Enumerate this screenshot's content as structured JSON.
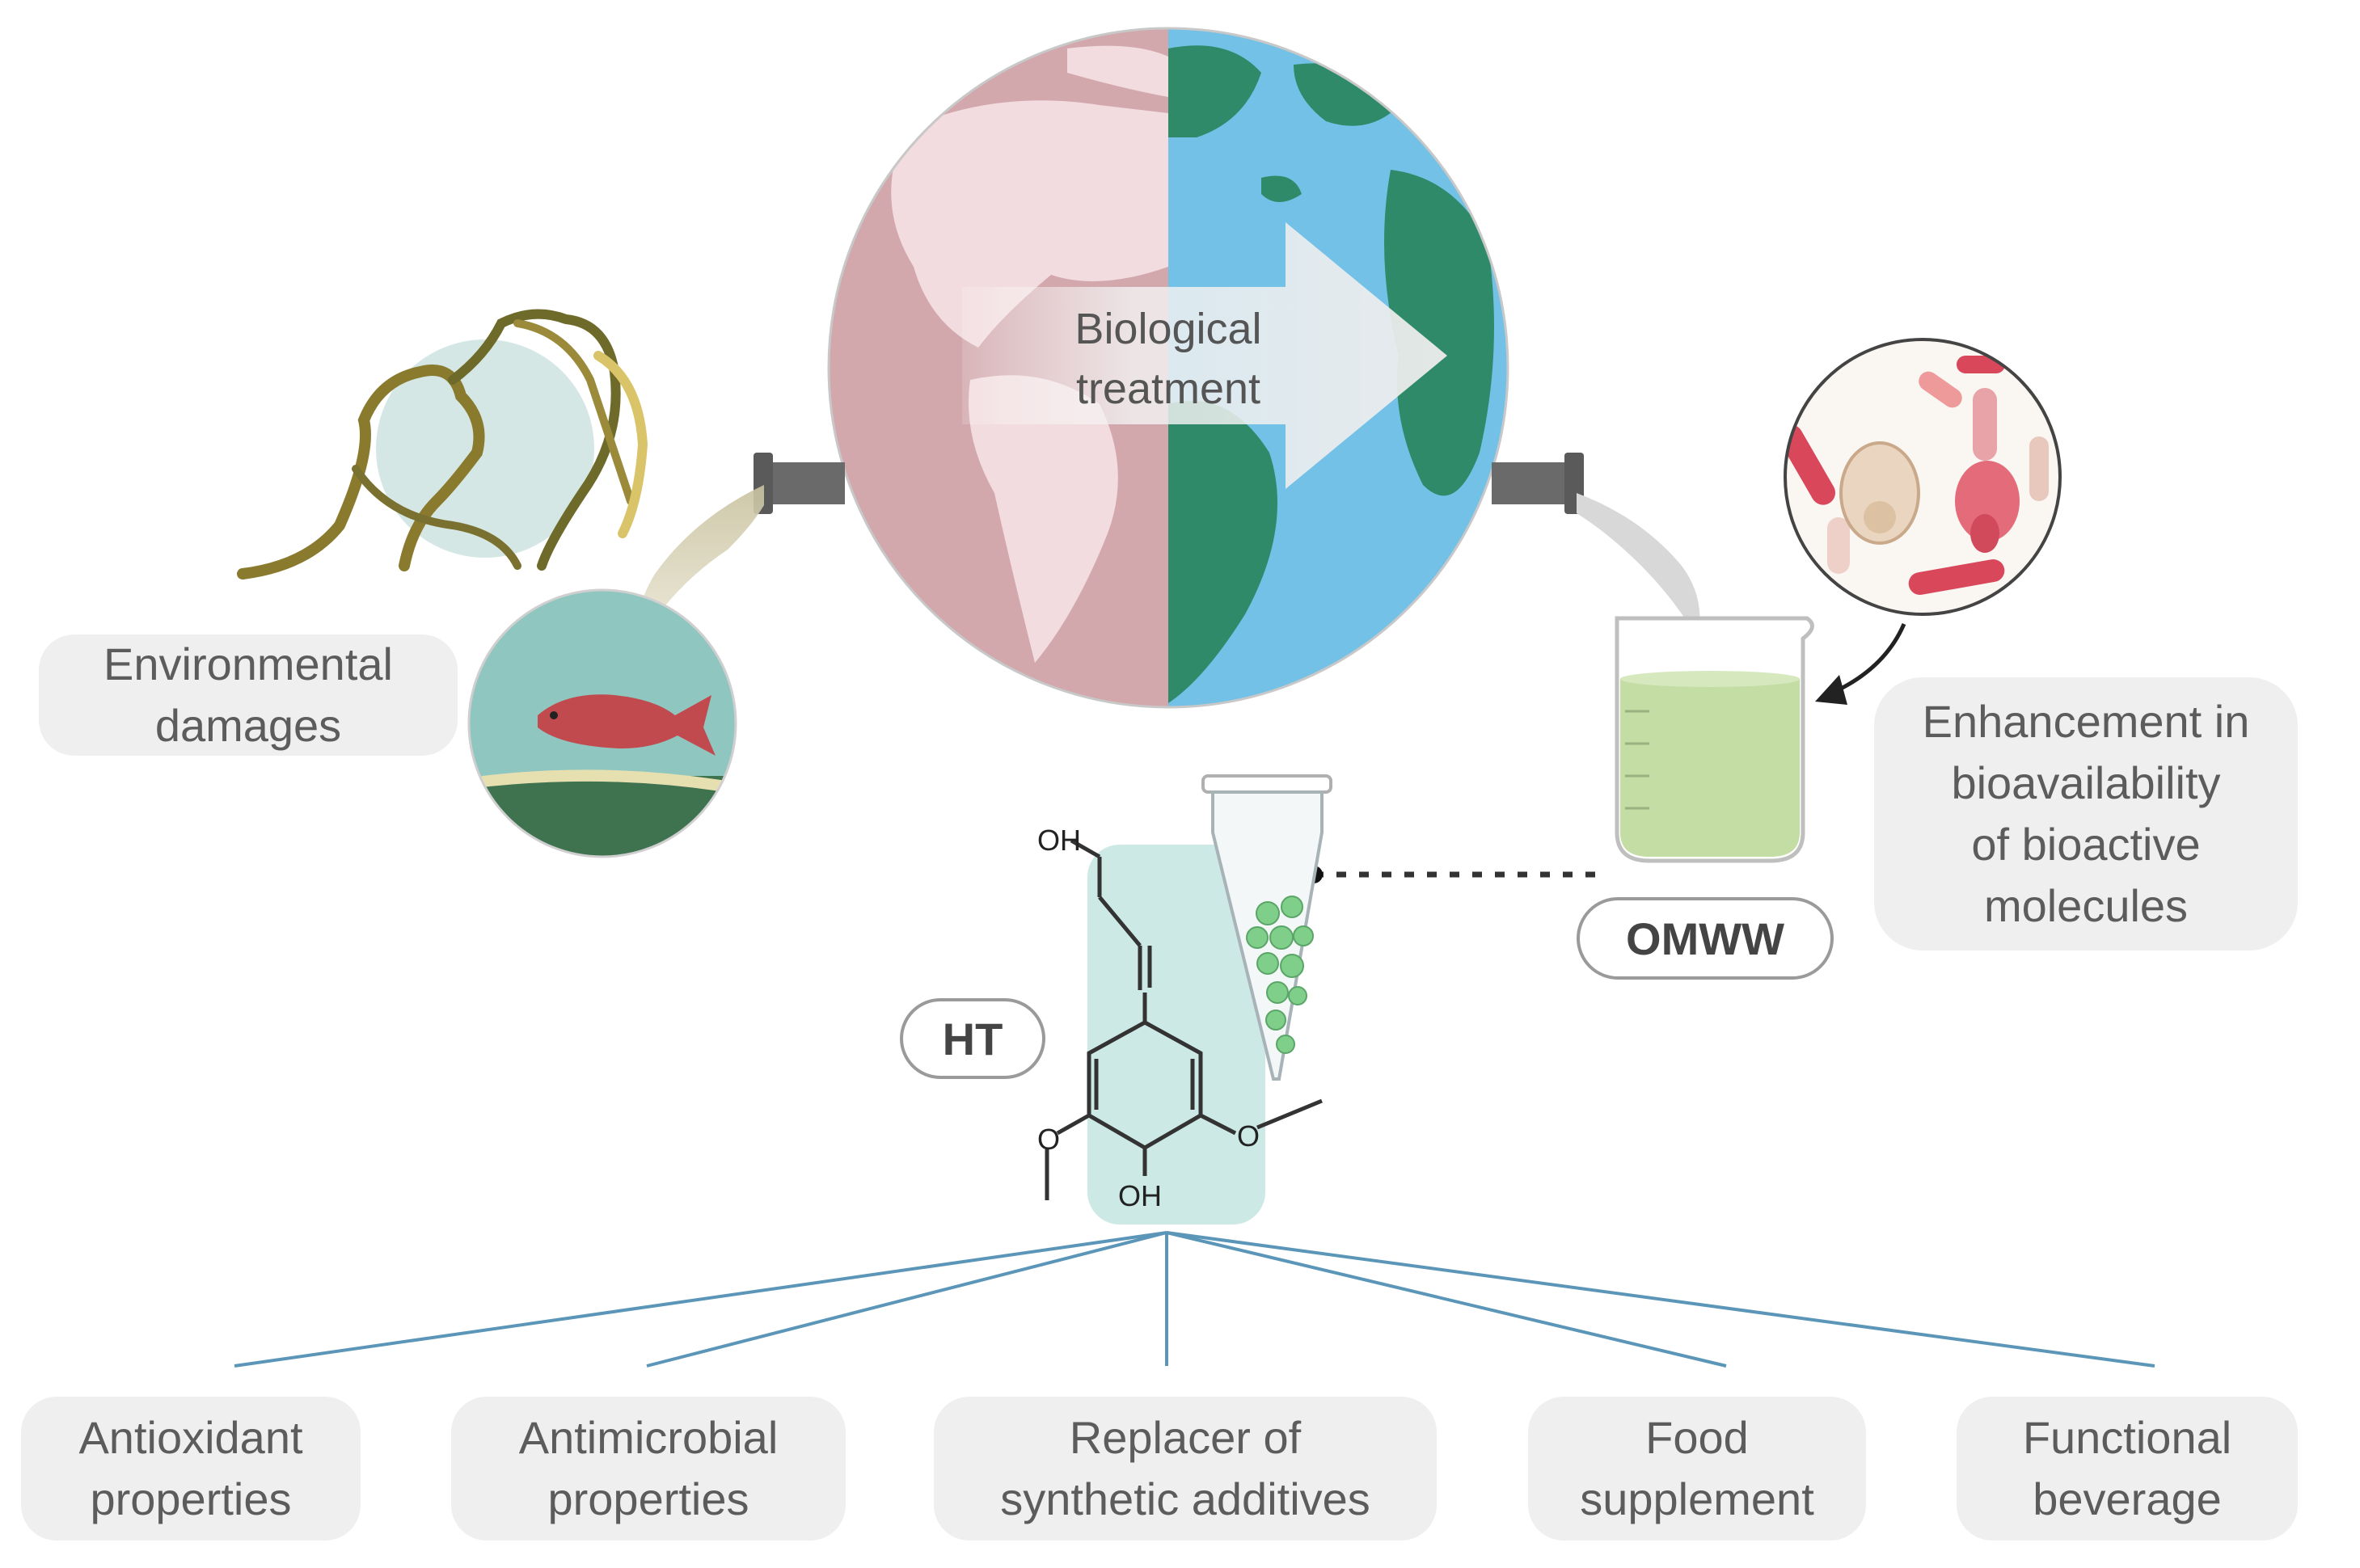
{
  "center": {
    "arrow_label": "Biological\ntreatment"
  },
  "left": {
    "label": "Environmental\ndamages"
  },
  "right": {
    "label": "Enhancement in\nbioavailability\nof bioactive\nmolecules",
    "omww_label": "OMWW"
  },
  "molecule": {
    "ht_label": "HT",
    "atoms": {
      "oh_top": "OH",
      "oh_bottom": "OH",
      "o_left": "O",
      "o_right": "O"
    }
  },
  "applications": [
    {
      "label": "Antioxidant\nproperties"
    },
    {
      "label": "Antimicrobial\nproperties"
    },
    {
      "label": "Replacer of\nsynthetic additives"
    },
    {
      "label": "Food\nsupplement"
    },
    {
      "label": "Functional\nbeverage"
    }
  ],
  "colors": {
    "globe_left": "#d2a8ad",
    "globe_right": "#73c1e6",
    "land_left": "#f2dcdf",
    "land_right": "#2f8a6a",
    "highlight": "#bfe3de",
    "connector": "#5b96b8",
    "label_bg": "#efefef",
    "label_text": "#5c5c5c"
  },
  "icons": [
    "globe-icon",
    "pipe-icon",
    "algae-icon",
    "fish-icon",
    "beaker-icon",
    "microbes-icon",
    "tube-icon",
    "molecule-icon"
  ]
}
